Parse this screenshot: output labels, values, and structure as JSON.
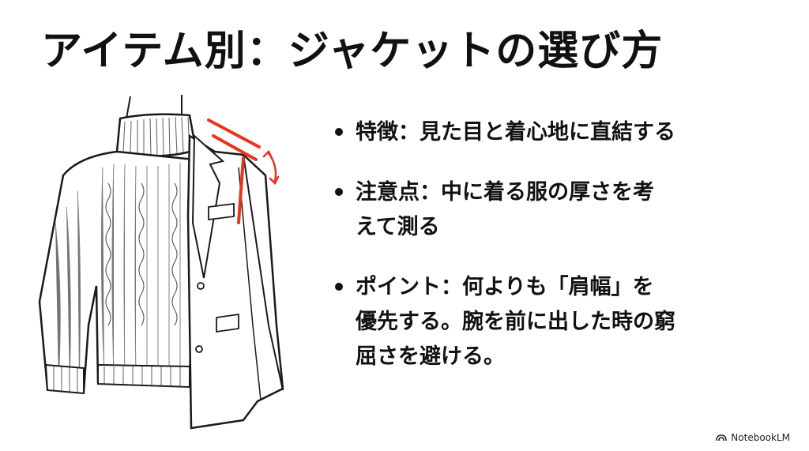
{
  "slide": {
    "title": "アイテム別：ジャケットの選び方"
  },
  "bullets": [
    {
      "line1": "特徴：見た目と着心地に直結する",
      "line2": "",
      "line3": ""
    },
    {
      "line1": "注意点：中に着る服の厚さを考",
      "line2": "えて測る",
      "line3": ""
    },
    {
      "line1": "ポイント：何よりも「肩幅」を",
      "line2": "優先する。腕を前に出した時の窮",
      "line3": "屈さを避ける。"
    }
  ],
  "illustration": {
    "subject": "turtleneck-sweater-with-jacket",
    "highlight_color": "#e8351f",
    "line_color": "#1a1a1a"
  },
  "brand": {
    "icon": "notebooklm-logo-icon",
    "label": "NotebookLM"
  }
}
